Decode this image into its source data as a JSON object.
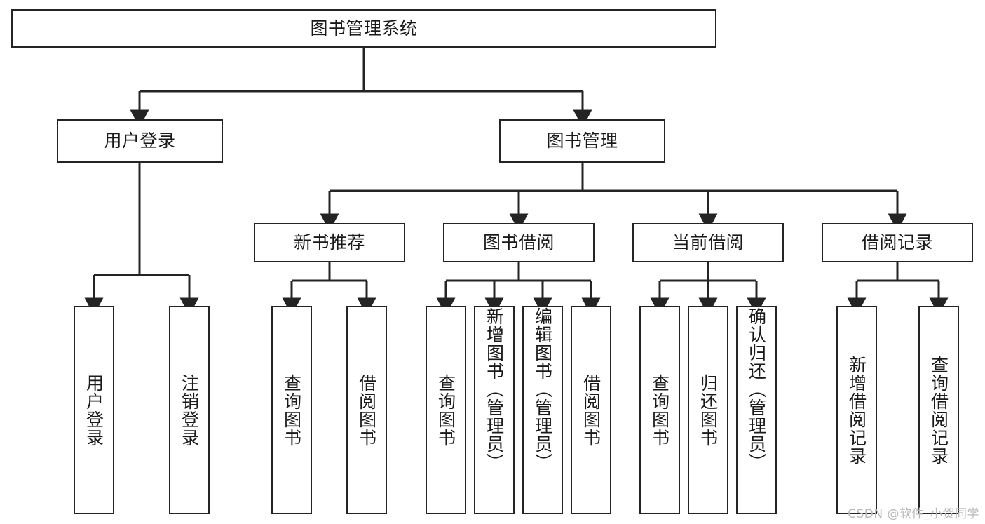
{
  "diagram": {
    "title": "图书管理系统",
    "type": "tree",
    "colors": {
      "node_border": "#242424",
      "node_fill": "#ffffff",
      "edge": "#242424",
      "text": "#1a1a1a",
      "watermark": "#b9b9b9",
      "background": "#ffffff"
    },
    "root": {
      "id": "root",
      "label": "图书管理系统"
    },
    "level2": [
      {
        "id": "user-login",
        "label": "用户登录"
      },
      {
        "id": "book-management",
        "label": "图书管理"
      }
    ],
    "level3": [
      {
        "id": "new-book-recommend",
        "label": "新书推荐",
        "parent": "book-management"
      },
      {
        "id": "book-borrow",
        "label": "图书借阅",
        "parent": "book-management"
      },
      {
        "id": "current-borrow",
        "label": "当前借阅",
        "parent": "book-management"
      },
      {
        "id": "borrow-record",
        "label": "借阅记录",
        "parent": "book-management"
      }
    ],
    "leaves": [
      {
        "id": "leaf-user-login",
        "label": "用户登录",
        "parent": "user-login"
      },
      {
        "id": "leaf-logout-login",
        "label": "注销登录",
        "parent": "user-login"
      },
      {
        "id": "leaf-query-book-1",
        "label": "查询图书",
        "parent": "new-book-recommend"
      },
      {
        "id": "leaf-borrow-book-1",
        "label": "借阅图书",
        "parent": "new-book-recommend"
      },
      {
        "id": "leaf-query-book-2",
        "label": "查询图书",
        "parent": "book-borrow"
      },
      {
        "id": "leaf-add-book",
        "label": "新增图书（管理员）",
        "parent": "book-borrow"
      },
      {
        "id": "leaf-edit-book",
        "label": "编辑图书（管理员）",
        "parent": "book-borrow"
      },
      {
        "id": "leaf-borrow-book-2",
        "label": "借阅图书",
        "parent": "book-borrow"
      },
      {
        "id": "leaf-query-book-3",
        "label": "查询图书",
        "parent": "current-borrow"
      },
      {
        "id": "leaf-return-book",
        "label": "归还图书",
        "parent": "current-borrow"
      },
      {
        "id": "leaf-confirm-return",
        "label": "确认归还（管理员）",
        "parent": "current-borrow"
      },
      {
        "id": "leaf-add-record",
        "label": "新增借阅记录",
        "parent": "borrow-record"
      },
      {
        "id": "leaf-query-record",
        "label": "查询借阅记录",
        "parent": "borrow-record"
      }
    ]
  },
  "watermark": {
    "text": "CSDN @软件_小贺同学"
  }
}
